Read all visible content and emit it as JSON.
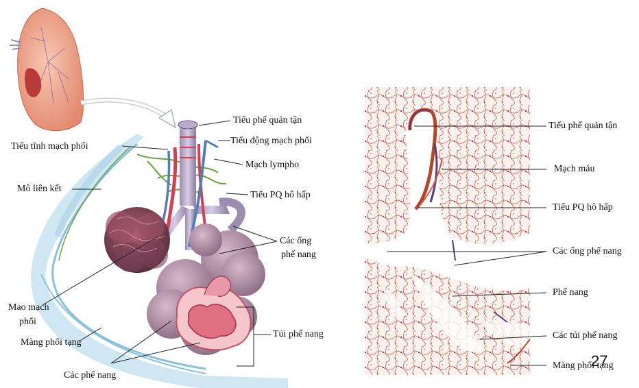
{
  "left_diagram": {
    "labels": {
      "terminal_bronchiole": "Tiểu phế quản tận",
      "pulmonary_venule": "Tiểu tĩnh mạch phổi",
      "pulmonary_arteriole": "Tiểu động mạch phổi",
      "lymph_vessel": "Mạch lympho",
      "connective_tissue": "Mô liên kết",
      "respiratory_bronchiole": "Tiểu PQ hô hấp",
      "alveolar_ducts_1": "Các ống",
      "alveolar_ducts_2": "phế nang",
      "capillaries_1": "Mao mạch",
      "capillaries_2": "phổi",
      "visceral_pleura": "Màng phổi tạng",
      "alveolar_sac": "Túi phế nang",
      "alveoli": "Các phế nang"
    }
  },
  "right_micrograph": {
    "labels": {
      "terminal_bronchiole": "Tiểu phế quản tận",
      "blood_vessel": "Mạch máu",
      "respiratory_bronchiole": "Tiểu PQ hô hấp",
      "alveolar_ducts": "Các ống phế nang",
      "alveolus": "Phế nang",
      "alveolar_sacs": "Các túi phế nang",
      "visceral_pleura": "Màng phổi tạng"
    }
  },
  "page_number": "27",
  "colors": {
    "lung": "#f0a890",
    "alveoli": "#b890a8",
    "sac_inner": "#e07080",
    "artery": "#4f7fb5",
    "vein": "#d04050",
    "lymph": "#6aa040",
    "pleura": "#a8d0e8",
    "tissue_bg": "#f7eee6",
    "tissue_stain": "#b04830"
  }
}
